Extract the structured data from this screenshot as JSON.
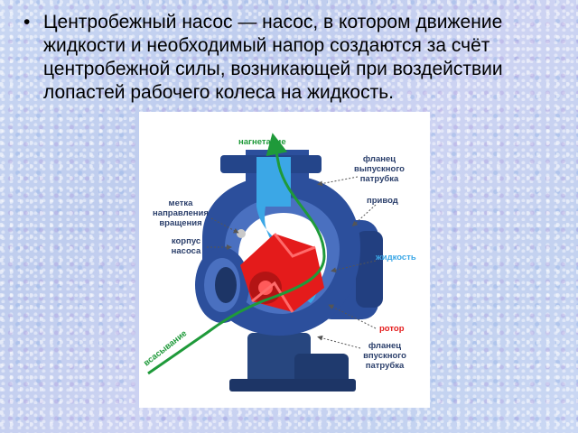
{
  "slide": {
    "bullet_text": "Центробежный насос — насос, в котором движение жидкости и необходимый напор создаются за счёт центробежной силы, возникающей при воздействии лопастей рабочего колеса на жидкость."
  },
  "diagram": {
    "labels": {
      "discharge": "нагнетание",
      "outlet_flange": [
        "фланец",
        "выпускного",
        "патрубка"
      ],
      "drive": "привод",
      "rotation_mark": [
        "метка",
        "направления",
        "вращения"
      ],
      "casing": [
        "корпус",
        "насоса"
      ],
      "liquid": "жидкость",
      "rotor": "ротор",
      "inlet_flange": [
        "фланец",
        "впускного",
        "патрубка"
      ],
      "suction": "всасывание"
    },
    "colors": {
      "label_dark": "#2b3f6b",
      "discharge_green": "#1f9a3a",
      "liquid_blue": "#3ba7e6",
      "rotor_red": "#e41b1b",
      "casing_blue": "#2c4f9c"
    }
  }
}
